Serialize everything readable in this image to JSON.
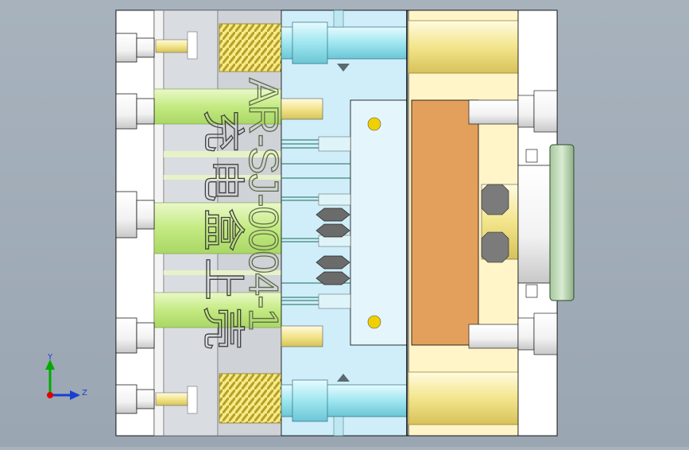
{
  "viewport": {
    "part_number": "AR-SJ-0004-1",
    "part_name_cn": "充电盒上壳"
  },
  "triad": {
    "y_label": "Y",
    "z_label": "Z"
  },
  "colors": {
    "background": "#a2adb8",
    "mold_base": "#ffffff",
    "cavity_plate": "#cfeefa",
    "core_plate": "#fff5c8",
    "insert": "#e3a05c",
    "spring": "#e8d44a",
    "guide_pin": "#a8f0f5",
    "locating_ring": "#c9e3c0",
    "triad_x": "#e00000",
    "triad_y": "#00aa00",
    "triad_z": "#1a3fd0"
  }
}
